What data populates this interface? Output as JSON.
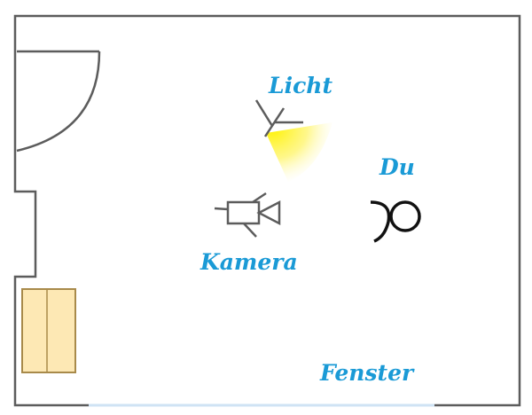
{
  "labels": {
    "light": "Licht",
    "you": "Du",
    "camera": "Kamera",
    "window": "Fenster"
  },
  "icons": {
    "door": "door-swing-icon",
    "light": "light-icon",
    "camera": "video-camera-icon",
    "person": "person-icon",
    "furniture": "cabinet-icon",
    "window": "window-icon"
  },
  "colors": {
    "label": "#1a9ad6",
    "wall": "#5c5c5c",
    "light_beam": "#fff200",
    "furniture_fill": "#fde8b4",
    "furniture_stroke": "#a88a4a",
    "window": "#cfe3f4"
  }
}
